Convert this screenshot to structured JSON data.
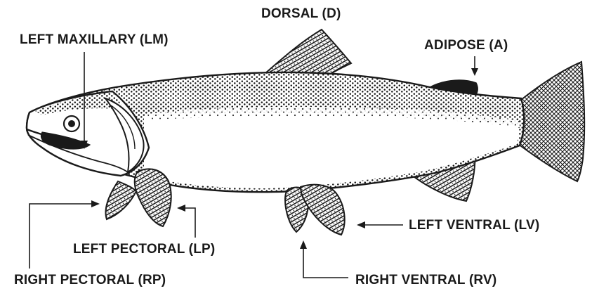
{
  "labels": {
    "dorsal": "DORSAL (D)",
    "left_maxillary": "LEFT MAXILLARY (LM)",
    "adipose": "ADIPOSE (A)",
    "left_ventral": "LEFT VENTRAL (LV)",
    "left_pectoral": "LEFT PECTORAL (LP)",
    "right_pectoral": "RIGHT PECTORAL (RP)",
    "right_ventral": "RIGHT VENTRAL (RV)"
  },
  "colors": {
    "ink": "#1a1a1a",
    "paper": "#ffffff"
  }
}
